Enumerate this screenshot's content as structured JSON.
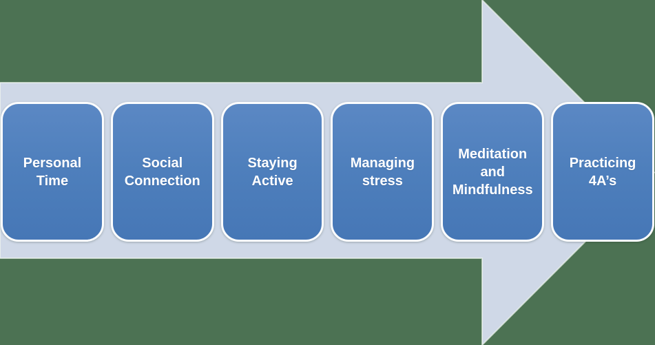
{
  "diagram": {
    "type": "process-arrow",
    "direction": "right"
  },
  "colors": {
    "background_green": "#4c7253",
    "arrow_fill": "#cfd8e7",
    "arrow_edge": "#e9f1e7",
    "box_fill": "#4e7fbc",
    "box_border": "#fcfdfe",
    "label_text": "#ffffff"
  },
  "arrow": {
    "fill": "#cfd8e7"
  },
  "steps": [
    {
      "label": "Personal\nTime"
    },
    {
      "label": "Social\nConnection"
    },
    {
      "label": "Staying\nActive"
    },
    {
      "label": "Managing\nstress"
    },
    {
      "label": "Meditation\nand\nMindfulness"
    },
    {
      "label": "Practicing\n4A’s"
    }
  ]
}
